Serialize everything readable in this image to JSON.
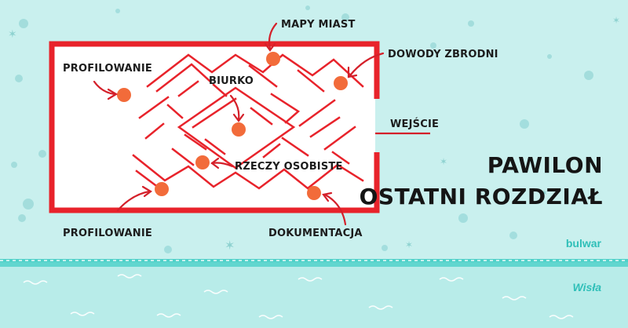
{
  "title": {
    "line1": "PAWILON",
    "line2": "OSTATNI ROZDZIAŁ"
  },
  "labels": {
    "mapy_miast": "MAPY MIAST",
    "dowody_zbrodni": "DOWODY ZBRODNI",
    "profilowanie_top": "PROFILOWANIE",
    "biurko": "BIURKO",
    "wejscie": "WEJŚCIE",
    "rzeczy_osobiste": "RZECZY OSOBISTE",
    "profilowanie_bottom": "PROFILOWANIE",
    "dokumentacja": "DOKUMENTACJA"
  },
  "map_text": {
    "bulwar": "bulwar",
    "wisla": "Wisła"
  },
  "colors": {
    "background": "#c9f0ee",
    "wall": "#e8232b",
    "dot": "#f26b3a",
    "river": "#4fd1c9",
    "text": "#1c1c1c"
  }
}
